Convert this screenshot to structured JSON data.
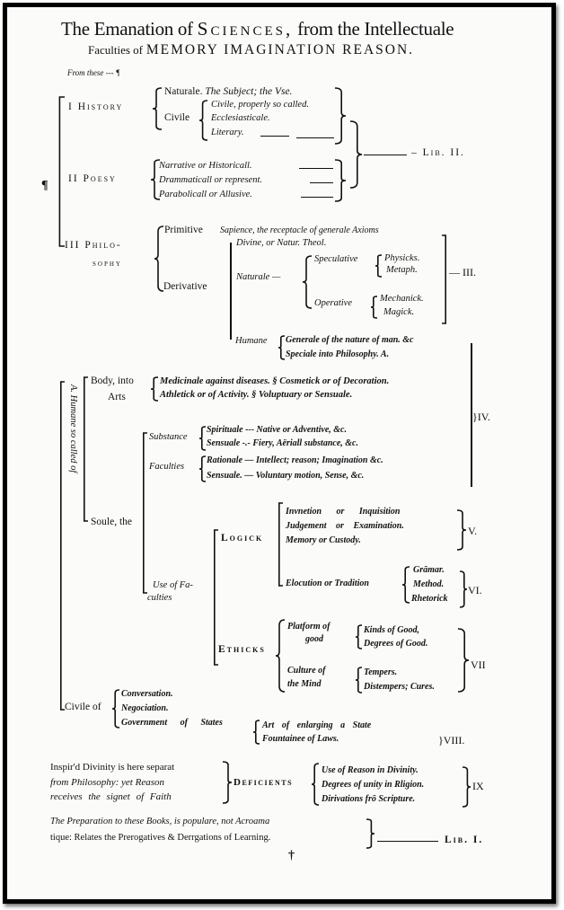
{
  "title": {
    "line1_a": "The Emanation of",
    "line1_b": "Sciences,",
    "line1_c": "from the Intellectuale",
    "line2_a": "Faculties of",
    "line2_b": "MEMORY IMAGINATION REASON."
  },
  "from_these": "From these --- ¶",
  "pilcrow": "¶",
  "history": {
    "label": "I History",
    "naturale": "Naturale.",
    "naturale_sub": "The Subject; the Vse.",
    "civile": "Civile",
    "civile_items": [
      "Civile, properly so called.",
      "Ecclesiasticale.",
      "Literary."
    ]
  },
  "poesy": {
    "label": "II Poesy",
    "items": [
      "Narrative or Historicall.",
      "Drammaticall or represent.",
      "Parabolicall or Allusive."
    ]
  },
  "lib2": "Lib. II.",
  "philosophy": {
    "label1": "III Philo-",
    "label2": "sophy",
    "primitive": "Primitive",
    "primitive_text": "Sapience, the receptacle of generale Axioms",
    "derivative": "Derivative",
    "divine": "Divine, or Natur. Theol.",
    "naturale": "Naturale",
    "speculative": "Speculative",
    "speculative_items": [
      "Physicks.",
      "Metaph."
    ],
    "operative": "Operative",
    "operative_items": [
      "Mechanick.",
      "Magick."
    ],
    "num3": "III.",
    "humane": "Humane",
    "humane_items": [
      "Generale of the nature of man. &c",
      "Speciale into Philosophy. A."
    ]
  },
  "humane_vertical": "A. Humane so called of",
  "body": {
    "label1": "Body, into",
    "label2": "Arts",
    "items": [
      "Medicinale against diseases. § Cosmetick or of Decoration.",
      "Athletick or of Activity. § Voluptuary or Sensuale."
    ]
  },
  "num4": "IV.",
  "soule": {
    "label": "Soule, the",
    "substance": "Substance",
    "substance_items": [
      "Spirituale --- Native or Adventive, &c.",
      "Sensuale -.- Fiery, Aëriall substance, &c."
    ],
    "faculties": "Faculties",
    "faculties_items": [
      "Rationale — Intellect; reason; Imagination &c.",
      "Sensuale. — Voluntary motion, Sense, &c."
    ],
    "use1": "Use of Fa-",
    "use2": "culties"
  },
  "logick": {
    "label": "Logick",
    "items": [
      "Invnetion or Inquisition",
      "Judgement or Examination.",
      "Memory or Custody."
    ],
    "num5": "V.",
    "elocution": "Elocution or Tradition",
    "elocution_items": [
      "Grāmar.",
      "Method.",
      "Rhetorick"
    ],
    "num6": "VI."
  },
  "ethicks": {
    "label": "Ethicks",
    "platform1": "Platform of",
    "platform2": "good",
    "platform_items": [
      "Kinds of Good,",
      "Degrees of Good."
    ],
    "culture1": "Culture of",
    "culture2": "the Mind",
    "culture_items": [
      "Tempers.",
      "Distempers; Cures."
    ],
    "num7": "VII"
  },
  "civile": {
    "label": "Civile of",
    "items": [
      "Conversation.",
      "Negociation.",
      "Government of States"
    ],
    "states_items": [
      "Art of enlarging a State",
      "Fountainee of Laws."
    ],
    "num8": "VIII."
  },
  "divinity": {
    "lines": [
      "Inspir'd Divinity is here separat",
      "from Philosophy: yet Reason",
      "receives the signet of Faith"
    ],
    "deficients": "Deficients",
    "items": [
      "Use of Reason in Divinity.",
      "Degrees of unity in Rligion.",
      "Dirivations frō Scripture."
    ],
    "num9": "IX"
  },
  "preparation": {
    "line1": "The Preparation to these Books, is populare, not Acroama",
    "line2": "tique: Relates the Prerogatives & Derrgations of Learning.",
    "lib1": "Lib. I.",
    "dagger": "†"
  }
}
